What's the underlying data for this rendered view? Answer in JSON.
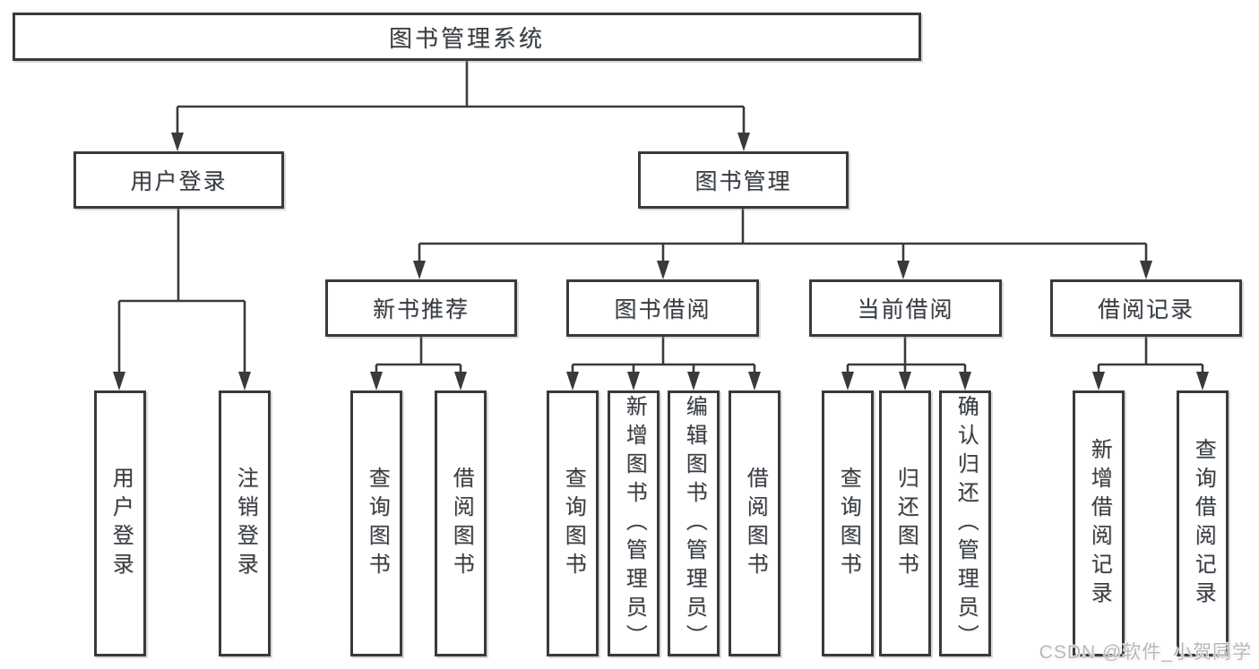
{
  "diagram": {
    "type": "hierarchy-tree",
    "nodes": {
      "root": "图书管理系统",
      "user_login": "用户登录",
      "book_management": "图书管理",
      "new_book_recommendation": "新书推荐",
      "book_borrowing": "图书借阅",
      "current_borrowing": "当前借阅",
      "borrowing_records": "借阅记录",
      "leaves": {
        "user_login": [
          "用户登录",
          "注销登录"
        ],
        "new_book_recommendation": [
          "查询图书",
          "借阅图书"
        ],
        "book_borrowing": [
          "查询图书",
          "新增图书（管理员）",
          "编辑图书（管理员）",
          "借阅图书"
        ],
        "current_borrowing": [
          "查询图书",
          "归还图书",
          "确认归还（管理员）"
        ],
        "borrowing_records": [
          "新增借阅记录",
          "查询借阅记录"
        ]
      }
    }
  },
  "watermark": {
    "text": "CSDN @软件_小贺同学",
    "color": "#b8b8b8"
  },
  "colors": {
    "line": "#3a3a3a",
    "text": "#3b3b3b",
    "background": "#ffffff"
  }
}
